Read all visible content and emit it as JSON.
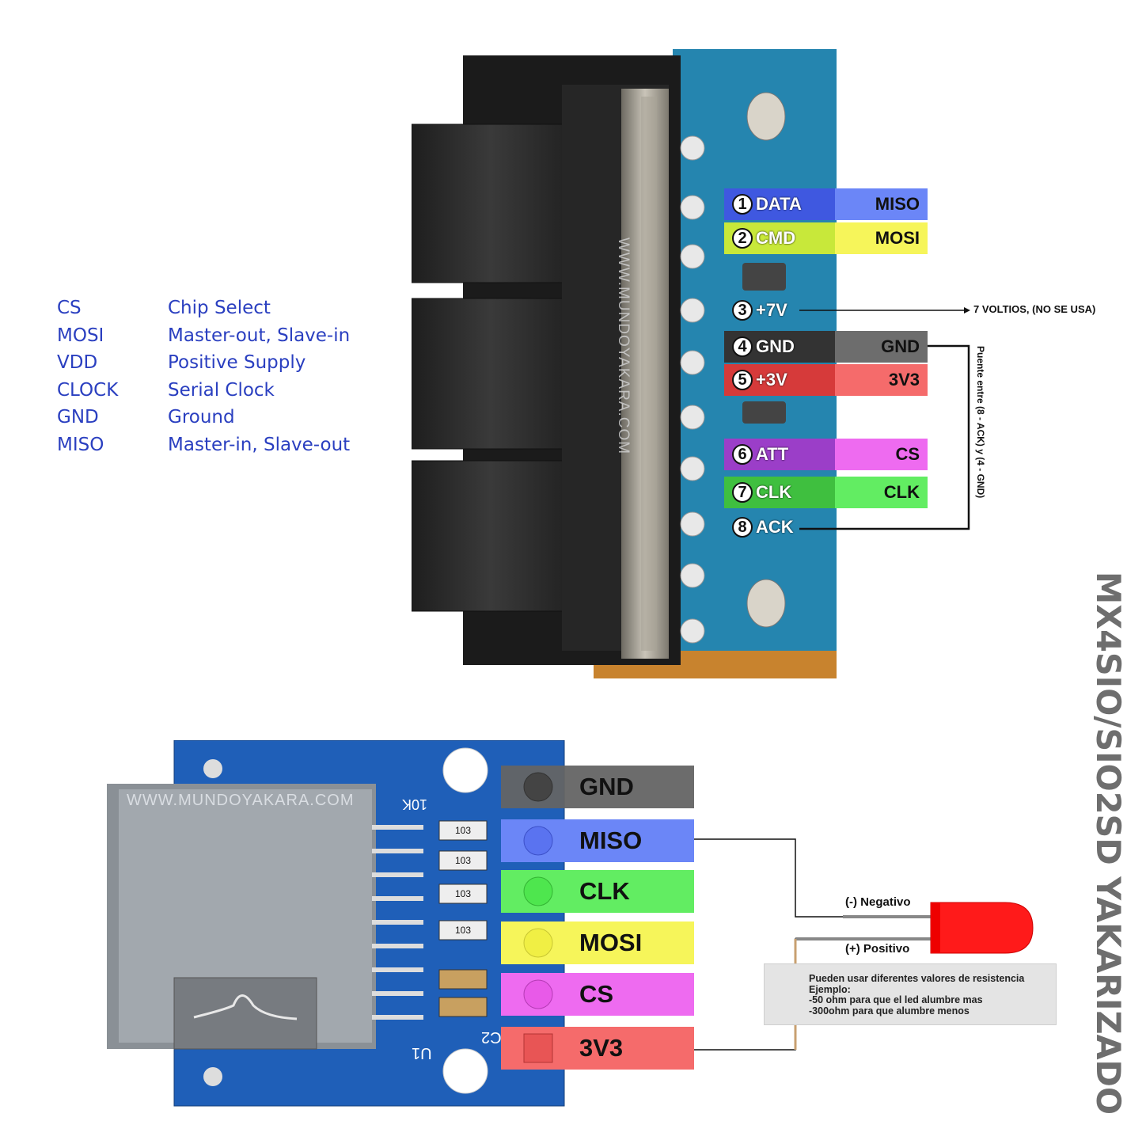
{
  "glossary": [
    {
      "abbr": "CS",
      "meaning": "Chip Select"
    },
    {
      "abbr": "MOSI",
      "meaning": "Master-out, Slave-in"
    },
    {
      "abbr": "VDD",
      "meaning": "Positive Supply"
    },
    {
      "abbr": "CLOCK",
      "meaning": "Serial Clock"
    },
    {
      "abbr": "GND",
      "meaning": "Ground"
    },
    {
      "abbr": "MISO",
      "meaning": "Master-in, Slave-out"
    }
  ],
  "ps_pins": [
    {
      "num": "1",
      "name": "DATA",
      "func": "MISO",
      "color": "#3f58e0",
      "func_color": "#6b86f7"
    },
    {
      "num": "2",
      "name": "CMD",
      "func": "MOSI",
      "color": "#c8e83a",
      "func_color": "#f6f55a"
    },
    {
      "num": "3",
      "name": "+7V",
      "func": "",
      "color": "",
      "func_color": ""
    },
    {
      "num": "4",
      "name": "GND",
      "func": "GND",
      "color": "#333333",
      "func_color": "#6d6d6d"
    },
    {
      "num": "5",
      "name": "+3V",
      "func": "3V3",
      "color": "#d63a3a",
      "func_color": "#f56b6b"
    },
    {
      "num": "6",
      "name": "ATT",
      "func": "CS",
      "color": "#9b3ec8",
      "func_color": "#ee6bf0"
    },
    {
      "num": "7",
      "name": "CLK",
      "func": "CLK",
      "color": "#3fbf3f",
      "func_color": "#62ed62"
    },
    {
      "num": "8",
      "name": "ACK",
      "func": "",
      "color": "",
      "func_color": ""
    }
  ],
  "note_7v": "7 VOLTIOS, (NO SE USA)",
  "bridge_note": "Puente entre (8 - ACK) y (4 - GND)",
  "watermark_ps": "WWW.MUNDOYAKARA.COM",
  "watermark_sd": "WWW.MUNDOYAKARA.COM",
  "sd_pins": [
    {
      "label": "GND",
      "color": "#646464"
    },
    {
      "label": "MISO",
      "color": "#6b86f7"
    },
    {
      "label": "CLK",
      "color": "#62ed62"
    },
    {
      "label": "MOSI",
      "color": "#f6f55a"
    },
    {
      "label": "CS",
      "color": "#ee6bf0"
    },
    {
      "label": "3V3",
      "color": "#f56b6b"
    }
  ],
  "pcb_marks": {
    "r_value": "10K",
    "r_code": "103",
    "u1": "U1",
    "c2": "C2"
  },
  "led": {
    "negative": "(-) Negativo",
    "positive": "(+) Positivo"
  },
  "resistor_note": {
    "line1": "Pueden usar diferentes valores de resistencia",
    "line2": "Ejemplo:",
    "line3": "-50 ohm para que el led alumbre mas",
    "line4": "-300ohm para que alumbre menos"
  },
  "title": "MX4SIO/SIO2SD  YAKARIZADO"
}
